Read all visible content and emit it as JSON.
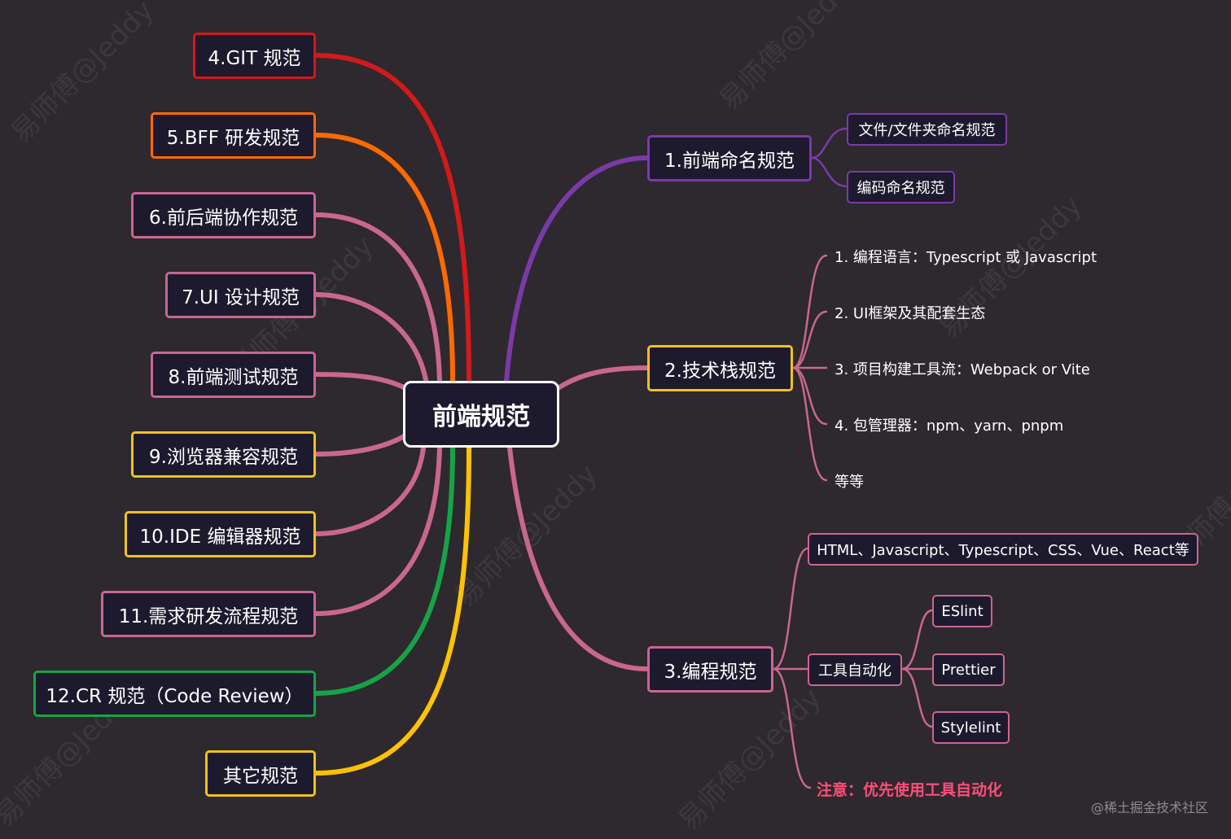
{
  "root": {
    "label": "前端规范"
  },
  "colors": {
    "red": "#d21a1a",
    "orange": "#ff6a00",
    "pink": "#c9678f",
    "green": "#16a347",
    "yellow": "#ffc200",
    "purple": "#7a3aa8",
    "gold": "#f0c21a"
  },
  "left_nodes": [
    {
      "label": "4.GIT 规范"
    },
    {
      "label": "5.BFF 研发规范"
    },
    {
      "label": "6.前后端协作规范"
    },
    {
      "label": "7.UI 设计规范"
    },
    {
      "label": "8.前端测试规范"
    },
    {
      "label": "9.浏览器兼容规范"
    },
    {
      "label": "10.IDE 编辑器规范"
    },
    {
      "label": "11.需求研发流程规范"
    },
    {
      "label": "12.CR 规范（Code Review）"
    },
    {
      "label": "其它规范"
    }
  ],
  "right": {
    "naming": {
      "label": "1.前端命名规范",
      "children": [
        {
          "label": "文件/文件夹命名规范"
        },
        {
          "label": "编码命名规范"
        }
      ]
    },
    "tech": {
      "label": "2.技术栈规范",
      "children": [
        {
          "label": "1. 编程语言：Typescript 或 Javascript"
        },
        {
          "label": "2. UI框架及其配套生态"
        },
        {
          "label": "3. 项目构建工具流：Webpack or Vite"
        },
        {
          "label": "4. 包管理器：npm、yarn、pnpm"
        },
        {
          "label": "等等"
        }
      ]
    },
    "coding": {
      "label": "3.编程规范",
      "languages": {
        "label": "HTML、Javascript、Typescript、CSS、Vue、React等"
      },
      "tools": {
        "label": "工具自动化",
        "children": [
          {
            "label": "ESlint"
          },
          {
            "label": "Prettier"
          },
          {
            "label": "Stylelint"
          }
        ]
      },
      "note": {
        "label": "注意：优先使用工具自动化"
      }
    }
  },
  "watermark": {
    "label": "易师傅@Jeddy"
  },
  "footer": {
    "label": "@稀土掘金技术社区"
  }
}
